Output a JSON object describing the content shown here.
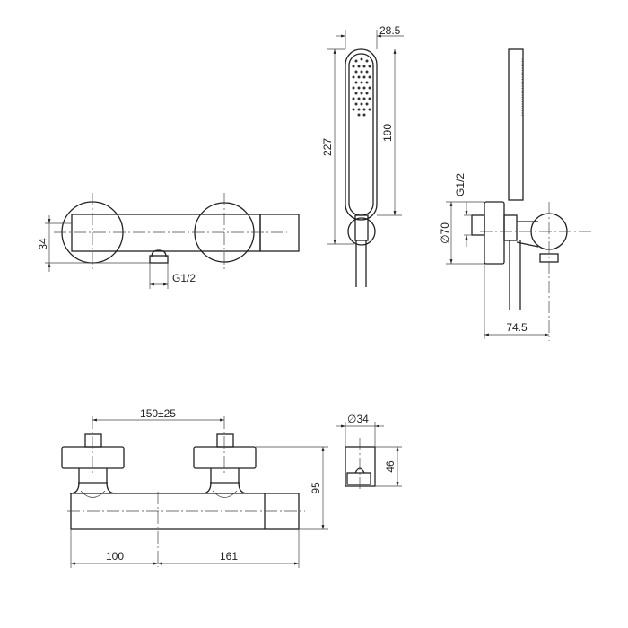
{
  "views": {
    "top": {
      "height_dim": "34",
      "outlet_thread": "G1/2"
    },
    "hand_shower": {
      "width_dim": "28.5",
      "total_length_dim": "227",
      "head_length_dim": "190"
    },
    "side": {
      "inlet_thread": "G1/2",
      "flange_diameter_dim": "∅70",
      "depth_dim": "74.5"
    },
    "front": {
      "center_distance_dim": "150±25",
      "height_dim": "95",
      "left_dim": "100",
      "right_dim": "161"
    },
    "bracket": {
      "diameter_dim": "∅34",
      "height_dim": "46"
    }
  }
}
